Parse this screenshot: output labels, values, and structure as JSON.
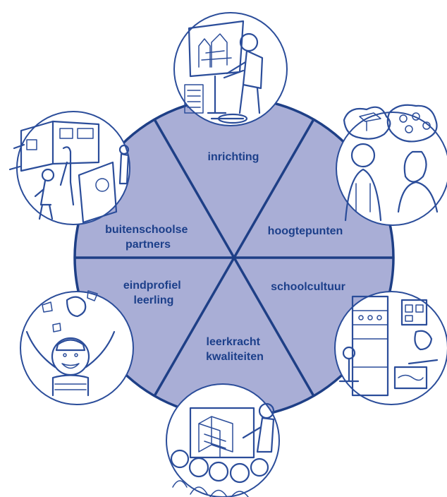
{
  "colors": {
    "wheel_fill": "#a9aed6",
    "wheel_stroke": "#1e3f86",
    "label": "#1c3f8a",
    "sketch": "#2b4d9a"
  },
  "segments": [
    {
      "id": "inrichting",
      "lines": [
        "inrichting"
      ]
    },
    {
      "id": "hoogtepunten",
      "lines": [
        "hoogtepunten"
      ]
    },
    {
      "id": "schoolcultuur",
      "lines": [
        "schoolcultuur"
      ]
    },
    {
      "id": "leerkracht",
      "lines": [
        "leerkracht",
        "kwaliteiten"
      ]
    },
    {
      "id": "eindprofiel",
      "lines": [
        "eindprofiel",
        "leerling"
      ]
    },
    {
      "id": "buitenschoolse",
      "lines": [
        "buitenschoolse",
        "partners"
      ]
    }
  ],
  "illustrations": [
    {
      "id": "architect-drawing-board",
      "icon": "architect-icon"
    },
    {
      "id": "graduate-thinking",
      "icon": "graduate-icon"
    },
    {
      "id": "laboratory-equipment",
      "icon": "lab-icon"
    },
    {
      "id": "teacher-presentation",
      "icon": "teacher-icon"
    },
    {
      "id": "happy-child",
      "icon": "child-icon"
    },
    {
      "id": "art-gallery",
      "icon": "gallery-icon"
    }
  ]
}
